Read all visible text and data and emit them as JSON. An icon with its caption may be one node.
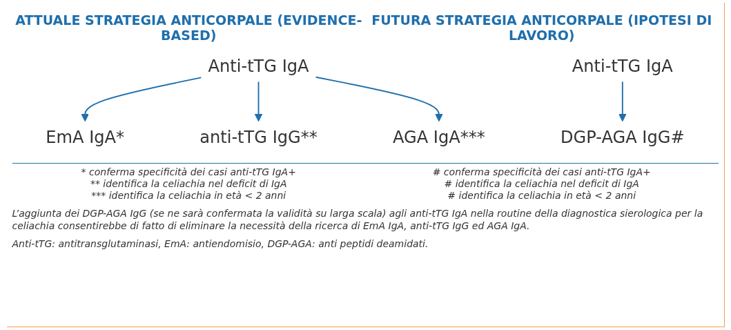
{
  "diagram": {
    "nodes": [
      {
        "text": [
          "Anti-tTG IgA"
        ]
      },
      {
        "text": [
          "EmA IgA*"
        ]
      },
      {
        "text": [
          "anti-tTG IgG**"
        ]
      },
      {
        "text": [
          "AGA IgA***"
        ]
      },
      {
        "text": [
          "Anti-tTG IgA"
        ]
      },
      {
        "text": [
          "DGP-AGA IgG#"
        ]
      }
    ],
    "edges": [
      {
        "from": 0,
        "to": 1,
        "arrow": "to"
      },
      {
        "from": 0,
        "to": 2,
        "arrow": "to"
      },
      {
        "from": 0,
        "to": 3,
        "arrow": "to"
      },
      {
        "from": 4,
        "to": 5,
        "arrow": "to"
      }
    ],
    "labels": [
      "ATTUALE STRATEGIA ANTICORPALE (EVIDENCE-BASED)",
      "FUTURA STRATEGIA ANTICORPALE (IPOTESI DI LAVORO)",
      "* conferma specificità dei casi anti-tTG IgA+",
      "** identifica la celiachia nel deficit di IgA",
      "*** identifica la celiachia in età < 2 anni",
      "# conferma specificità dei casi anti-tTG IgA+",
      "# identifica la celiachia nel deficit di IgA",
      "# identifica la celiachia in età < 2 anni",
      "L’aggiunta dei DGP-AGA IgG (se ne sarà confermata la validità su larga scala) agli anti-tTG IgA nella routine della diagnostica sierologica per la celiachia consentirebbe di fatto di eliminare la necessità della ricerca di EmA IgA, anti-tTG IgG ed AGA IgA.",
      "Anti-tTG: antitransglutaminasi, EmA: antiendomisio, DGP-AGA: anti peptidi deamidati."
    ]
  }
}
